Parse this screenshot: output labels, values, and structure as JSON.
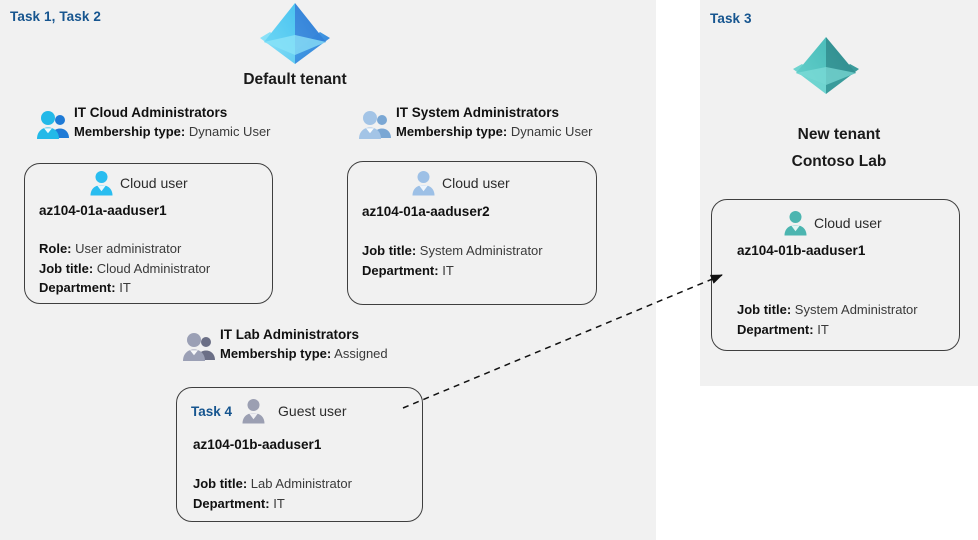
{
  "panels": {
    "left": {
      "task_label": "Task 1, Task 2"
    },
    "right": {
      "task_label": "Task 3"
    }
  },
  "tenants": [
    {
      "id": "default-tenant",
      "icon": "azure-ad-tenant-icon",
      "caption": "Default tenant",
      "color": "#3aa0ef"
    },
    {
      "id": "new-tenant",
      "icon": "azure-ad-tenant-icon",
      "caption_line1": "New  tenant",
      "caption_line2": "Contoso Lab",
      "color": "#44b4b4"
    }
  ],
  "groups": [
    {
      "id": "it-cloud-administrators",
      "icon": "group-users-icon",
      "title": "IT Cloud Administrators",
      "membership_label": "Membership type:",
      "membership_value": "Dynamic User"
    },
    {
      "id": "it-system-administrators",
      "icon": "group-users-icon",
      "title": "IT System Administrators",
      "membership_label": "Membership type:",
      "membership_value": "Dynamic User"
    },
    {
      "id": "it-lab-administrators",
      "icon": "group-users-icon",
      "title": "IT Lab Administrators",
      "membership_label": "Membership type:",
      "membership_value": "Assigned"
    }
  ],
  "users": [
    {
      "id": "az104-01a-aaduser1",
      "task": "",
      "user_type_icon": "cloud-user-icon",
      "user_type": "Cloud user",
      "name": "az104-01a-aaduser1",
      "attrs": [
        {
          "label": "Role:",
          "value": "User administrator"
        },
        {
          "label": "Job title:",
          "value": "Cloud Administrator"
        },
        {
          "label": "Department:",
          "value": "IT"
        }
      ]
    },
    {
      "id": "az104-01a-aaduser2",
      "task": "",
      "user_type_icon": "cloud-user-icon",
      "user_type": "Cloud user",
      "name": "az104-01a-aaduser2",
      "attrs": [
        {
          "label": "Job title:",
          "value": "System Administrator"
        },
        {
          "label": "Department:",
          "value": "IT"
        }
      ]
    },
    {
      "id": "az104-01b-aaduser1-guest",
      "task": "Task 4",
      "user_type_icon": "guest-user-icon",
      "user_type": "Guest user",
      "name": "az104-01b-aaduser1",
      "attrs": [
        {
          "label": "Job title:",
          "value": "Lab Administrator"
        },
        {
          "label": "Department:",
          "value": "IT"
        }
      ]
    },
    {
      "id": "az104-01b-aaduser1-cloud",
      "task": "",
      "user_type_icon": "cloud-user-icon",
      "user_type": "Cloud user",
      "name": "az104-01b-aaduser1",
      "attrs": [
        {
          "label": "Job title:",
          "value": "System Administrator"
        },
        {
          "label": "Department:",
          "value": "IT"
        }
      ]
    }
  ],
  "connector": {
    "id": "guest-invite-arrow",
    "style": "dashed",
    "from": "az104-01b-aaduser1-cloud",
    "to": "az104-01b-aaduser1-guest"
  },
  "colors": {
    "panel_bg": "#f1f1f1",
    "task_accent": "#16558f",
    "card_border": "#3f3f3f",
    "text": "#111111",
    "value_text": "#3a3a3a"
  }
}
